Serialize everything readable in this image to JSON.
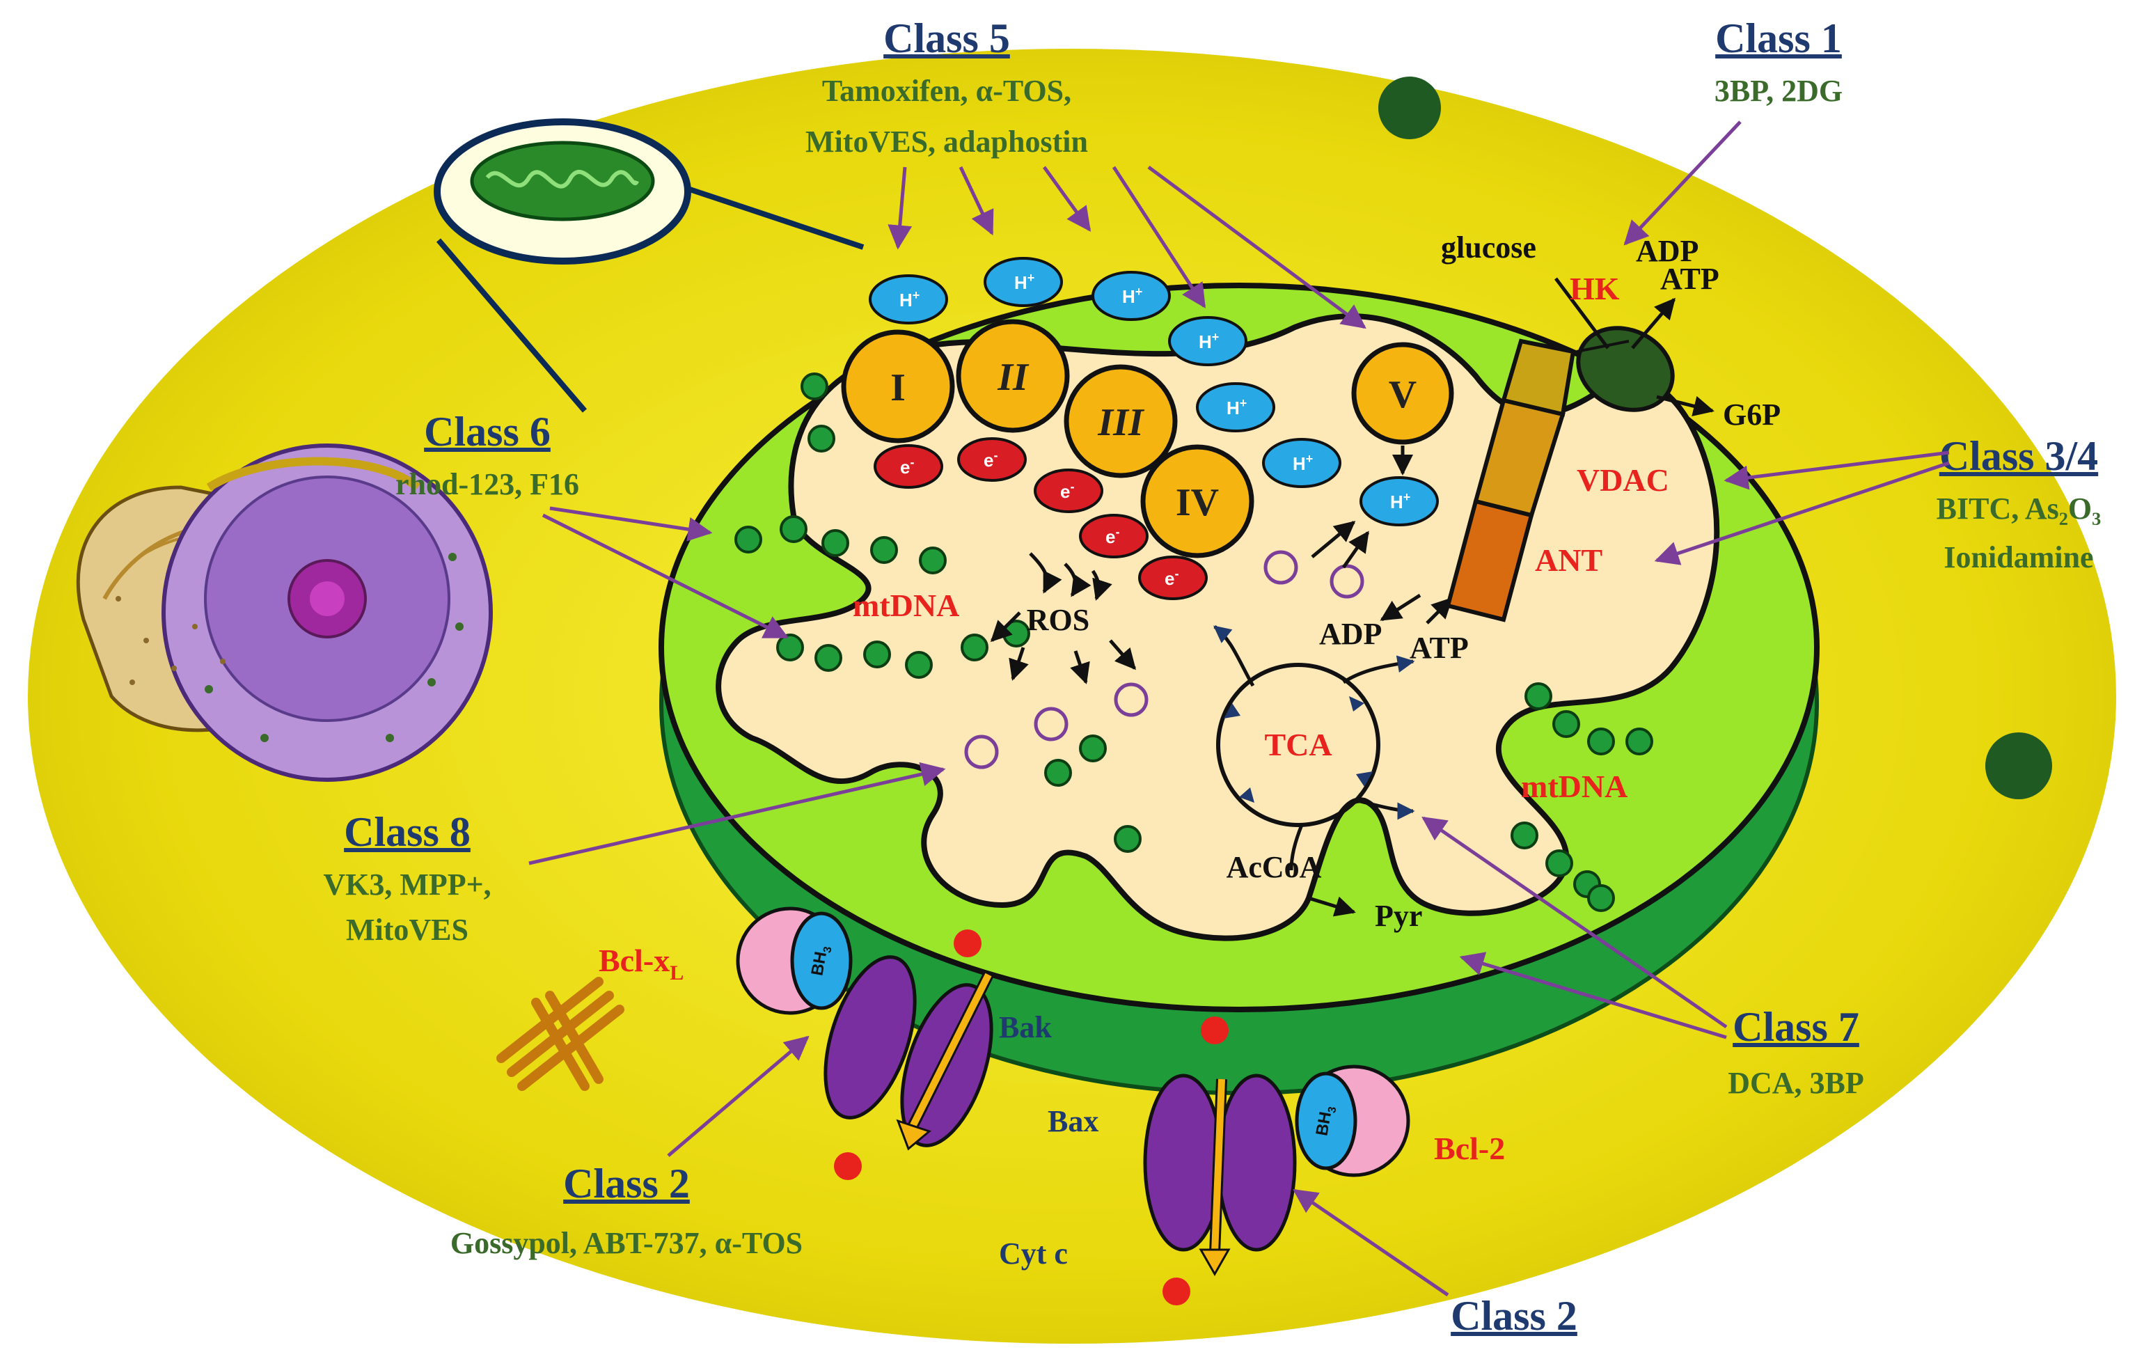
{
  "colors": {
    "cytoplasm": "#f2e21a",
    "matrix_outer": "#9be62a",
    "outer_rim": "#1f9b3a",
    "matrix": "#fde8b8",
    "complex": "#f5b410",
    "proton": "#29a8e6",
    "electron": "#d81e24",
    "class_title": "#1f3a6e",
    "drug_text": "#3a6b2a",
    "arrow": "#7b3f9a",
    "red_label": "#e8231d"
  },
  "classes": {
    "c1": {
      "title": "Class 1",
      "drugs": "3BP, 2DG"
    },
    "c2a": {
      "title": "Class 2",
      "drugs": "Gossypol, ABT-737, α-TOS"
    },
    "c2b": {
      "title": "Class 2"
    },
    "c34": {
      "title": "Class 3/4",
      "drugs_line1": "BITC, As₂O₃",
      "drugs_line2": "Ionidamine"
    },
    "c5": {
      "title": "Class 5",
      "drugs_line1": "Tamoxifen, α-TOS,",
      "drugs_line2": "MitoVES, adaphostin"
    },
    "c6": {
      "title": "Class 6",
      "drugs": "rhod-123, F16"
    },
    "c7": {
      "title": "Class 7",
      "drugs": "DCA, 3BP"
    },
    "c8": {
      "title": "Class 8",
      "drugs_line1": "VK3, MPP+,",
      "drugs_line2": "MitoVES"
    }
  },
  "complexes": [
    "I",
    "II",
    "III",
    "IV",
    "V"
  ],
  "labels": {
    "glucose": "glucose",
    "adp_top": "ADP",
    "atp_top": "ATP",
    "hk": "HK",
    "g6p": "G6P",
    "vdac": "VDAC",
    "ant": "ANT",
    "adp": "ADP",
    "atp": "ATP",
    "ros": "ROS",
    "tca": "TCA",
    "acetyl_coa": "AcCoA",
    "pyr": "Pyr",
    "mtdna_left": "mtDNA",
    "mtdna_right": "mtDNA",
    "bcl_xl": "Bcl-x",
    "bcl_xl_sub": "L",
    "bak": "Bak",
    "bax": "Bax",
    "bcl2": "Bcl-2",
    "cytc": "Cyt c",
    "proton": "H",
    "proton_sup": "+",
    "electron": "e",
    "electron_sup": "-",
    "bh3": "BH",
    "bh3_sub": "3"
  }
}
